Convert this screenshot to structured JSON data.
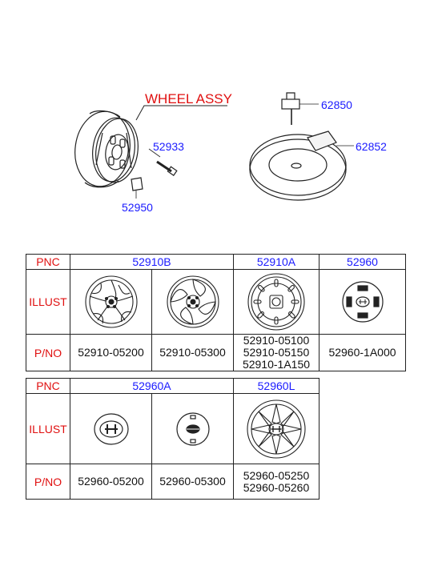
{
  "diagram": {
    "title": "WHEEL ASSY",
    "callouts": {
      "bolt": "52933",
      "nut": "52950",
      "clamp": "62850",
      "cover": "62852"
    }
  },
  "table1": {
    "labels": {
      "pnc": "PNC",
      "illust": "ILLUST",
      "pno": "P/NO"
    },
    "columns": [
      {
        "pnc": "52910B",
        "pno": [
          "52910-05200"
        ],
        "illust": "alloy-wheel-5-spoke-icon"
      },
      {
        "pnc": "",
        "pno": [
          "52910-05300"
        ],
        "illust": "alloy-wheel-swirl-icon"
      },
      {
        "pnc": "52910A",
        "pno": [
          "52910-05100",
          "52910-05150",
          "52910-1A150"
        ],
        "illust": "steel-wheel-icon"
      },
      {
        "pnc": "52960",
        "pno": [
          "52960-1A000"
        ],
        "illust": "center-cap-icon"
      }
    ]
  },
  "table2": {
    "labels": {
      "pnc": "PNC",
      "illust": "ILLUST",
      "pno": "P/NO"
    },
    "columns": [
      {
        "pnc": "52960A",
        "pno": [
          "52960-05200"
        ],
        "illust": "hub-cap-emblem-icon"
      },
      {
        "pnc": "",
        "pno": [
          "52960-05300"
        ],
        "illust": "hub-cap-small-icon"
      },
      {
        "pnc": "52960L",
        "pno": [
          "52960-05250",
          "52960-05260"
        ],
        "illust": "wheel-cover-icon"
      }
    ]
  },
  "colors": {
    "label_red": "#e01010",
    "callout_blue": "#1a1aff",
    "line": "#222222"
  }
}
